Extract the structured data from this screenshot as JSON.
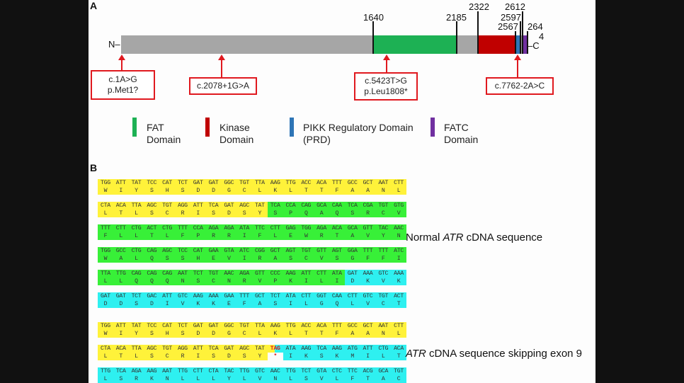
{
  "panel_a": {
    "label": "A",
    "n_term": "N",
    "c_term": "C",
    "protein_length": 2644,
    "domains": [
      {
        "name": "FAT Domain",
        "start": 1640,
        "end": 2185,
        "color": "#1db154"
      },
      {
        "name": "Kinase Domain",
        "start": 2322,
        "end": 2567,
        "color": "#c00000"
      },
      {
        "name": "PIKK Regulatory Domain (PRD)",
        "start": 2567,
        "end": 2597,
        "color": "#2e75b6"
      },
      {
        "name": "FATC Domain",
        "start": 2612,
        "end": 2644,
        "color": "#7030a0"
      }
    ],
    "backbone_color": "#a6a6a6",
    "tick_labels": [
      "1640",
      "2185",
      "2322",
      "2612",
      "2597",
      "2567",
      "264",
      "4"
    ],
    "mutations": [
      {
        "line1": "c.1A>G",
        "line2": "p.Met1?"
      },
      {
        "line1": "c.2078+1G>A",
        "line2": ""
      },
      {
        "line1": "c.5423T>G",
        "line2": "p.Leu1808*"
      },
      {
        "line1": "c.7762-2A>C",
        "line2": ""
      }
    ],
    "legend": [
      {
        "label": "FAT\nDomain",
        "color": "#1db154"
      },
      {
        "label": "Kinase\nDomain",
        "color": "#c00000"
      },
      {
        "label": "PIKK Regulatory Domain\n(PRD)",
        "color": "#2e75b6"
      },
      {
        "label": "FATC\nDomain",
        "color": "#7030a0"
      }
    ]
  },
  "panel_b": {
    "label": "B",
    "normal_label": {
      "gene": "ATR",
      "text": " cDNA sequence",
      "prefix": "Normal "
    },
    "skip_label": {
      "gene": "ATR",
      "text": " cDNA sequence skipping exon 9"
    },
    "colors": {
      "yellow": "#fff23a",
      "green": "#38f038",
      "cyan": "#2ef0f0",
      "stop": "#e0191f"
    },
    "normal_rows": [
      {
        "nt": [
          "TGG",
          "ATT",
          "TAT",
          "TCC",
          "CAT",
          "TCT",
          "GAT",
          "GAT",
          "GGC",
          "TGT",
          "TTA",
          "AAG",
          "TTG",
          "ACC",
          "ACA",
          "TTT",
          "GCC",
          "GCT",
          "AAT",
          "CTT"
        ],
        "aa": [
          "W",
          "I",
          "Y",
          "S",
          "H",
          "S",
          "D",
          "D",
          "G",
          "C",
          "L",
          "K",
          "L",
          "T",
          "T",
          "F",
          "A",
          "A",
          "N",
          "L"
        ],
        "bg": [
          "y",
          "y",
          "y",
          "y",
          "y",
          "y",
          "y",
          "y",
          "y",
          "y",
          "y",
          "y",
          "y",
          "y",
          "y",
          "y",
          "y",
          "y",
          "y",
          "y"
        ]
      },
      {
        "nt": [
          "CTA",
          "ACA",
          "TTA",
          "AGC",
          "TGT",
          "AGG",
          "ATT",
          "TCA",
          "GAT",
          "AGC",
          "TAT",
          "TCA",
          "CCA",
          "CAG",
          "GCA",
          "CAA",
          "TCA",
          "CGA",
          "TGT",
          "GTG"
        ],
        "aa": [
          "L",
          "T",
          "L",
          "S",
          "C",
          "R",
          "I",
          "S",
          "D",
          "S",
          "Y",
          "S",
          "P",
          "Q",
          "A",
          "Q",
          "S",
          "R",
          "C",
          "V"
        ],
        "bg": [
          "y",
          "y",
          "y",
          "y",
          "y",
          "y",
          "y",
          "y",
          "y",
          "y",
          "y",
          "g",
          "g",
          "g",
          "g",
          "g",
          "g",
          "g",
          "g",
          "g"
        ]
      },
      {
        "nt": [
          "TTT",
          "CTT",
          "CTG",
          "ACT",
          "CTG",
          "TTT",
          "CCA",
          "AGA",
          "AGA",
          "ATA",
          "TTC",
          "CTT",
          "GAG",
          "TGG",
          "AGA",
          "ACA",
          "GCA",
          "GTT",
          "TAC",
          "AAC"
        ],
        "aa": [
          "F",
          "L",
          "L",
          "T",
          "L",
          "F",
          "P",
          "R",
          "R",
          "I",
          "F",
          "L",
          "E",
          "W",
          "R",
          "T",
          "A",
          "V",
          "Y",
          "N"
        ],
        "bg": [
          "g",
          "g",
          "g",
          "g",
          "g",
          "g",
          "g",
          "g",
          "g",
          "g",
          "g",
          "g",
          "g",
          "g",
          "g",
          "g",
          "g",
          "g",
          "g",
          "g"
        ]
      },
      {
        "nt": [
          "TGG",
          "GCC",
          "CTG",
          "CAG",
          "AGC",
          "TCC",
          "CAT",
          "GAA",
          "GTA",
          "ATC",
          "CGG",
          "GCT",
          "AGT",
          "TGT",
          "GTT",
          "AGT",
          "GGA",
          "TTT",
          "TTT",
          "ATC"
        ],
        "aa": [
          "W",
          "A",
          "L",
          "Q",
          "S",
          "S",
          "H",
          "E",
          "V",
          "I",
          "R",
          "A",
          "S",
          "C",
          "V",
          "S",
          "G",
          "F",
          "F",
          "I"
        ],
        "bg": [
          "g",
          "g",
          "g",
          "g",
          "g",
          "g",
          "g",
          "g",
          "g",
          "g",
          "g",
          "g",
          "g",
          "g",
          "g",
          "g",
          "g",
          "g",
          "g",
          "g"
        ]
      },
      {
        "nt": [
          "TTA",
          "TTG",
          "CAG",
          "CAG",
          "CAG",
          "AAT",
          "TCT",
          "TGT",
          "AAC",
          "AGA",
          "GTT",
          "CCC",
          "AAG",
          "ATT",
          "CTT",
          "ATA",
          "GAT",
          "AAA",
          "GTC",
          "AAA"
        ],
        "aa": [
          "L",
          "L",
          "Q",
          "Q",
          "Q",
          "N",
          "S",
          "C",
          "N",
          "R",
          "V",
          "P",
          "K",
          "I",
          "L",
          "I",
          "D",
          "K",
          "V",
          "K"
        ],
        "bg": [
          "g",
          "g",
          "g",
          "g",
          "g",
          "g",
          "g",
          "g",
          "g",
          "g",
          "g",
          "g",
          "g",
          "g",
          "g",
          "g",
          "c",
          "c",
          "c",
          "c"
        ]
      },
      {
        "nt": [
          "GAT",
          "GAT",
          "TCT",
          "GAC",
          "ATT",
          "GTC",
          "AAG",
          "AAA",
          "GAA",
          "TTT",
          "GCT",
          "TCT",
          "ATA",
          "CTT",
          "GGT",
          "CAA",
          "CTT",
          "GTC",
          "TGT",
          "ACT"
        ],
        "aa": [
          "D",
          "D",
          "S",
          "D",
          "I",
          "V",
          "K",
          "K",
          "E",
          "F",
          "A",
          "S",
          "I",
          "L",
          "G",
          "Q",
          "L",
          "V",
          "C",
          "T"
        ],
        "bg": [
          "c",
          "c",
          "c",
          "c",
          "c",
          "c",
          "c",
          "c",
          "c",
          "c",
          "c",
          "c",
          "c",
          "c",
          "c",
          "c",
          "c",
          "c",
          "c",
          "c"
        ]
      }
    ],
    "skip_rows": [
      {
        "nt": [
          "TGG",
          "ATT",
          "TAT",
          "TCC",
          "CAT",
          "TCT",
          "GAT",
          "GAT",
          "GGC",
          "TGT",
          "TTA",
          "AAG",
          "TTG",
          "ACC",
          "ACA",
          "TTT",
          "GCC",
          "GCT",
          "AAT",
          "CTT"
        ],
        "aa": [
          "W",
          "I",
          "Y",
          "S",
          "H",
          "S",
          "D",
          "D",
          "G",
          "C",
          "L",
          "K",
          "L",
          "T",
          "T",
          "F",
          "A",
          "A",
          "N",
          "L"
        ],
        "bg": [
          "y",
          "y",
          "y",
          "y",
          "y",
          "y",
          "y",
          "y",
          "y",
          "y",
          "y",
          "y",
          "y",
          "y",
          "y",
          "y",
          "y",
          "y",
          "y",
          "y"
        ]
      },
      {
        "nt": [
          "CTA",
          "ACA",
          "TTA",
          "AGC",
          "TGT",
          "AGG",
          "ATT",
          "TCA",
          "GAT",
          "AGC",
          "TAT",
          "TAG",
          "ATA",
          "AAG",
          "TCA",
          "AAG",
          "ATG",
          "ATT",
          "CTG",
          "ACA"
        ],
        "aa": [
          "L",
          "T",
          "L",
          "S",
          "C",
          "R",
          "I",
          "S",
          "D",
          "S",
          "Y",
          "*",
          "I",
          "K",
          "S",
          "K",
          "M",
          "I",
          "L",
          "T"
        ],
        "bg": [
          "y",
          "y",
          "y",
          "y",
          "y",
          "y",
          "y",
          "y",
          "y",
          "y",
          "y",
          "s",
          "c",
          "c",
          "c",
          "c",
          "c",
          "c",
          "c",
          "c"
        ]
      },
      {
        "nt": [
          "TTG",
          "TCA",
          "AGA",
          "AAG",
          "AAT",
          "TTG",
          "CTT",
          "CTA",
          "TAC",
          "TTG",
          "GTC",
          "AAC",
          "TTG",
          "TCT",
          "GTA",
          "CTC",
          "TTC",
          "ACG",
          "GCA",
          "TGT"
        ],
        "aa": [
          "L",
          "S",
          "R",
          "K",
          "N",
          "L",
          "L",
          "L",
          "Y",
          "L",
          "V",
          "N",
          "L",
          "S",
          "V",
          "L",
          "F",
          "T",
          "A",
          "C"
        ],
        "bg": [
          "c",
          "c",
          "c",
          "c",
          "c",
          "c",
          "c",
          "c",
          "c",
          "c",
          "c",
          "c",
          "c",
          "c",
          "c",
          "c",
          "c",
          "c",
          "c",
          "c"
        ]
      }
    ]
  }
}
